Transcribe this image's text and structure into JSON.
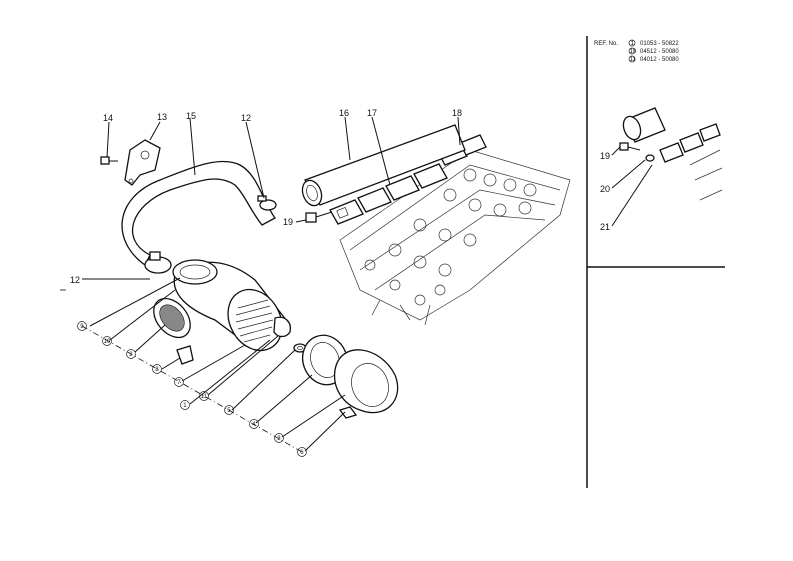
{
  "callouts_main": [
    "14",
    "13",
    "15",
    "12",
    "16",
    "17",
    "18",
    "19",
    "12"
  ],
  "callouts_circled": [
    "9",
    "10",
    "2",
    "8",
    "7",
    "1",
    "11",
    "5",
    "4",
    "3",
    "6"
  ],
  "callouts_inset": [
    "19",
    "20",
    "21"
  ],
  "ref_block": {
    "title": "REF. No.",
    "rows": [
      {
        "id": "1",
        "code": "01053 - 50822"
      },
      {
        "id": "10",
        "code": "04512 - 50080"
      },
      {
        "id": "11",
        "code": "04012 - 50080"
      }
    ]
  }
}
